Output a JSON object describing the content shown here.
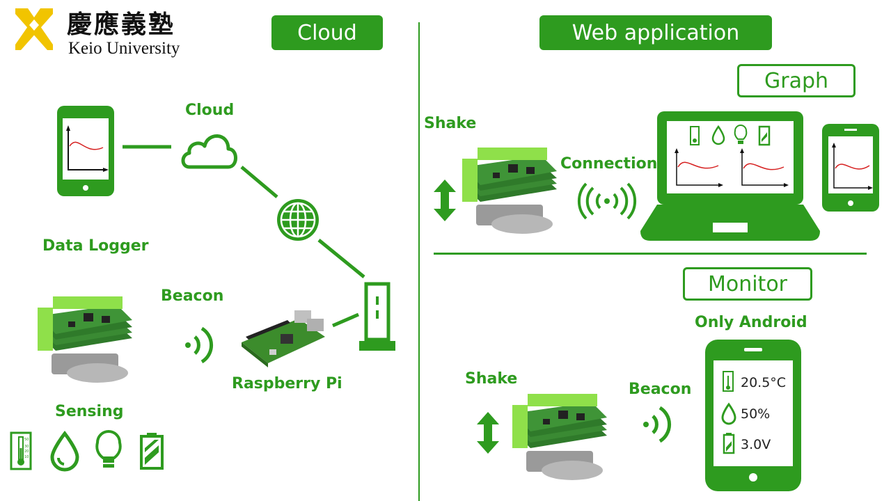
{
  "logo": {
    "kanji": "慶應義塾",
    "english": "Keio University"
  },
  "headers": {
    "cloud": "Cloud",
    "web_application": "Web application",
    "graph": "Graph",
    "monitor": "Monitor"
  },
  "left": {
    "cloud_label": "Cloud",
    "data_logger": "Data Logger",
    "beacon": "Beacon",
    "raspberry_pi": "Raspberry Pi",
    "sensing": "Sensing"
  },
  "right": {
    "shake_top": "Shake",
    "connection": "Connection",
    "shake_bottom": "Shake",
    "beacon": "Beacon",
    "only_android": "Only Android",
    "readings": {
      "temperature": "20.5°C",
      "humidity": "50%",
      "voltage": "3.0V"
    }
  },
  "thermometer_scale": [
    "50",
    "30",
    "20",
    "10"
  ],
  "colors": {
    "accent_green": "#2e9b1f",
    "curve_red": "#d62020",
    "board_green": "#2f7a2a",
    "connector_green": "#8fe04a"
  }
}
